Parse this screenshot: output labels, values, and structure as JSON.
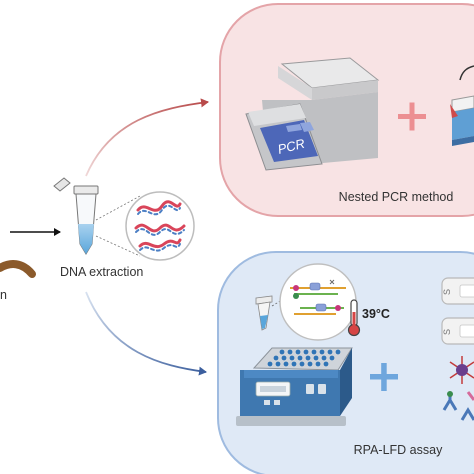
{
  "labels": {
    "dna_extraction": "DNA extraction",
    "left_partial": "n",
    "nested_pcr": "Nested PCR method",
    "rpa_lfd": "RPA-LFD assay",
    "pcr_device": "PCR",
    "temperature": "39°C",
    "strip_mark": "S"
  },
  "colors": {
    "top_panel_fill": "#f8e3e4",
    "top_panel_border": "#e4a4a8",
    "bottom_panel_fill": "#dfe9f6",
    "bottom_panel_border": "#9fbbe0",
    "top_arrow": "#b84a4a",
    "bottom_arrow": "#3c5f9e",
    "plus_red": "#ec8f92",
    "plus_blue": "#6ea6dd",
    "dna_red": "#d9455a",
    "dna_blue": "#4c7fc4"
  },
  "icons": [
    "tube-icon",
    "dna-helix-icon",
    "pcr-machine-icon",
    "heat-block-icon",
    "thermometer-icon",
    "test-strip-icon",
    "antibody-icon",
    "microtube-icon",
    "plate-icon"
  ]
}
